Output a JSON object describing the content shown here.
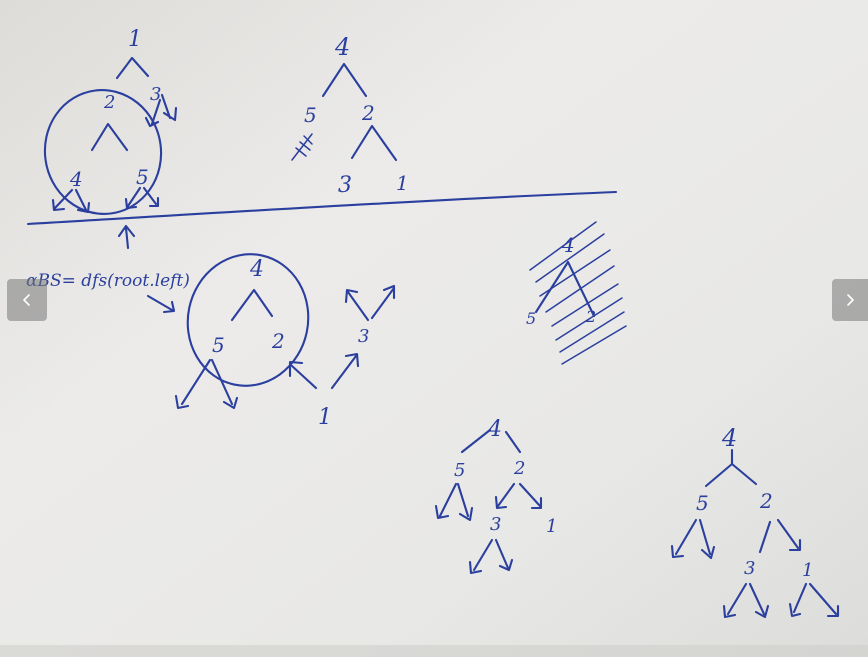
{
  "viewer": {
    "prev_icon": "chevron-left-icon",
    "next_icon": "chevron-right-icon"
  },
  "note": {
    "ink_color": "#2b3f9e",
    "paper_color": "#e9e9e7",
    "annotation": "αBS= dfs(root.left)",
    "top_tree_1": {
      "root": "1",
      "left": "2",
      "right": "3",
      "left_left": "4",
      "left_right": "5"
    },
    "top_tree_2": {
      "root": "4",
      "left": "5",
      "right": "2",
      "right_left": "3",
      "right_right": "1"
    },
    "mid_tree": {
      "root": "4",
      "left": "5",
      "right": "2"
    },
    "mid_small": {
      "top": "3",
      "bottom": "1"
    },
    "crossed_tree": {
      "root": "4",
      "left": "5",
      "right": "2"
    },
    "bottom_tree_1": {
      "root": "4",
      "left": "5",
      "right": "2",
      "right_left": "3",
      "right_right": "1"
    },
    "bottom_tree_2": {
      "root": "4",
      "left": "5",
      "right": "2",
      "right_left": "3",
      "right_right": "1"
    }
  }
}
